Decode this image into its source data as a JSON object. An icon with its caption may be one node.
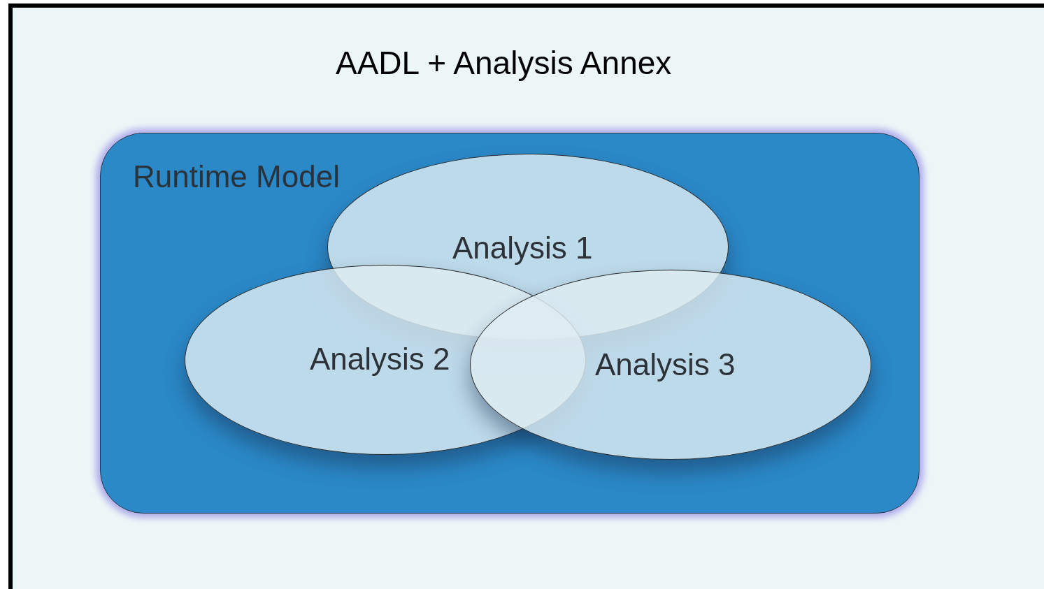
{
  "diagram": {
    "nodes": [
      {
        "text": [
          "AADL + Analysis Annex"
        ]
      },
      {
        "text": [
          "Runtime Model"
        ],
        "in": 0
      },
      {
        "text": [
          "Analysis 1"
        ],
        "in": 1
      },
      {
        "text": [
          "Analysis 2"
        ],
        "in": 1
      },
      {
        "text": [
          "Analysis 3"
        ],
        "in": 1
      }
    ]
  }
}
